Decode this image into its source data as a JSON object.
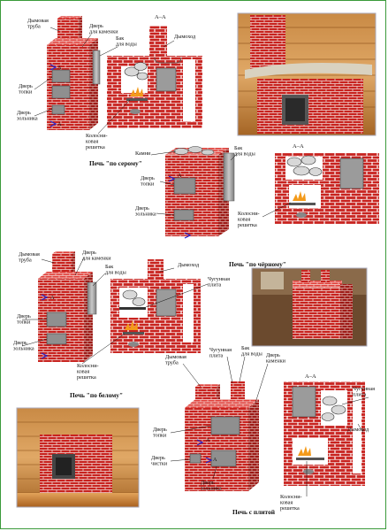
{
  "colors": {
    "brick": "#c8231f",
    "brick_dark": "#8e1512",
    "mortar": "#f1d7d3",
    "metal": "#9a9a9a",
    "metal_dark": "#5f5f5f",
    "fire": "#f39a1a",
    "arrow": "#2222cc",
    "stone": "#cfcfcf",
    "wood": "#b06a2a",
    "wood_light": "#d9964a",
    "frame": "#3a9a3a"
  },
  "section_mark": "А–А",
  "section_mark_small": "А",
  "stove1": {
    "title": "Печь \"по серому\"",
    "labels": {
      "chimney": "Дымовая\nтруба",
      "fireplace_door": "Дверь\nдля каменки",
      "water_tank": "Бак\nдля воды",
      "flue": "Дымоход",
      "firebox_door": "Дверь\nтопки",
      "ash_door": "Дверь\nзольника",
      "grate": "Колосни-\nковая\nрешетка"
    }
  },
  "stove2": {
    "title": "Печь \"по чёрному\"",
    "labels": {
      "stones": "Камни",
      "water_tank": "Бак\nдля воды",
      "firebox_door": "Дверь\nтопки",
      "ash_door": "Дверь\nзольника",
      "grate": "Колосни-\nковая\nрешетка"
    }
  },
  "stove3": {
    "title": "Печь \"по белому\"",
    "labels": {
      "chimney": "Дымовая\nтруба",
      "fireplace_door": "Дверь\nдля каменки",
      "water_tank": "Бак\nдля воды",
      "flue": "Дымоход",
      "cast_plate": "Чугунная\nплита",
      "firebox_door": "Дверь\nтопки",
      "ash_door": "Дверь\nзольника",
      "grate": "Колосни-\nковая\nрешетка"
    }
  },
  "stove4": {
    "title": "Печь с плитой",
    "labels": {
      "chimney": "Дымовая\nтруба",
      "cast_plate_top": "Чугунная\nплита",
      "water_tank": "Бак\nдля воды",
      "fireplace_door": "Дверь\nкаменки",
      "firebox_door": "Дверь\nтопки",
      "clean_door": "Дверь\nчистки",
      "ash_door": "Дверь\nзольника",
      "cast_plate": "Чугунная\nплита",
      "flue": "Дымоход",
      "grate": "Колосни-\nковая\nрешетка"
    }
  }
}
